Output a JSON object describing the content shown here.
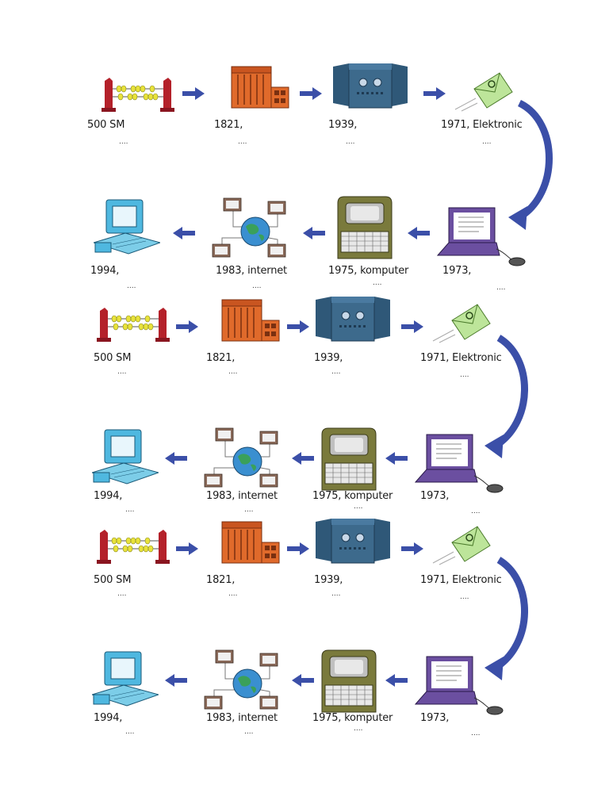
{
  "panels": [
    {
      "top_labels": [
        "500 SM",
        "1821,",
        "1939,",
        "1971, Elektronic"
      ],
      "bottom_labels": [
        "1994,",
        "1983, internet",
        "1975, komputer",
        "1973,"
      ],
      "placeholder": "...."
    },
    {
      "top_labels": [
        "500 SM",
        "1821,",
        "1939,",
        "1971, Elektronic"
      ],
      "bottom_labels": [
        "1994,",
        "1983, internet",
        "1975, komputer",
        "1973,"
      ],
      "placeholder": "...."
    },
    {
      "top_labels": [
        "500 SM",
        "1821,",
        "1939,",
        "1971, Elektronic"
      ],
      "bottom_labels": [
        "1994,",
        "1983, internet",
        "1975, komputer",
        "1973,"
      ],
      "placeholder": "...."
    }
  ],
  "icons": {
    "abacus": "abacus-icon",
    "difference_engine": "difference-engine-icon",
    "mainframe": "mainframe-icon",
    "email": "email-envelope-icon",
    "laptop": "laptop-icon",
    "terminal": "terminal-icon",
    "network": "network-icon",
    "desktop": "desktop-computer-icon"
  },
  "colors": {
    "arrow": "#3b4fa8",
    "abacus_red": "#b4212a",
    "abacus_beads": "#e8e23a",
    "engine_orange": "#e06a2b",
    "mainframe_blue": "#3d6a8c",
    "email_green": "#bde59a",
    "laptop_purple": "#6b4fa0",
    "terminal_olive": "#7a7a3c",
    "globe_blue": "#3a8fd0",
    "globe_green": "#3aa05a",
    "desktop_cyan": "#4fb8e0"
  }
}
